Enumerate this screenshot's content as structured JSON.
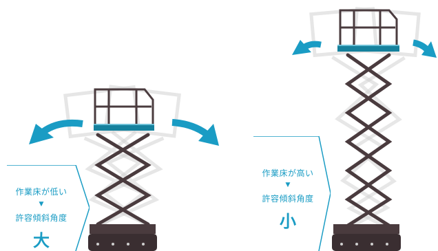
{
  "colors": {
    "accent": "#1a9cc4",
    "frame": "#4a3b3e",
    "ghost": "#d8d8d8",
    "platform": "#15819d"
  },
  "left_callout": {
    "line1": "作業床が低い",
    "arrow": "▼",
    "line2": "許容傾斜角度",
    "value": "大"
  },
  "right_callout": {
    "line1": "作業床が高い",
    "arrow": "▼",
    "line2": "許容傾斜角度",
    "value": "小"
  }
}
